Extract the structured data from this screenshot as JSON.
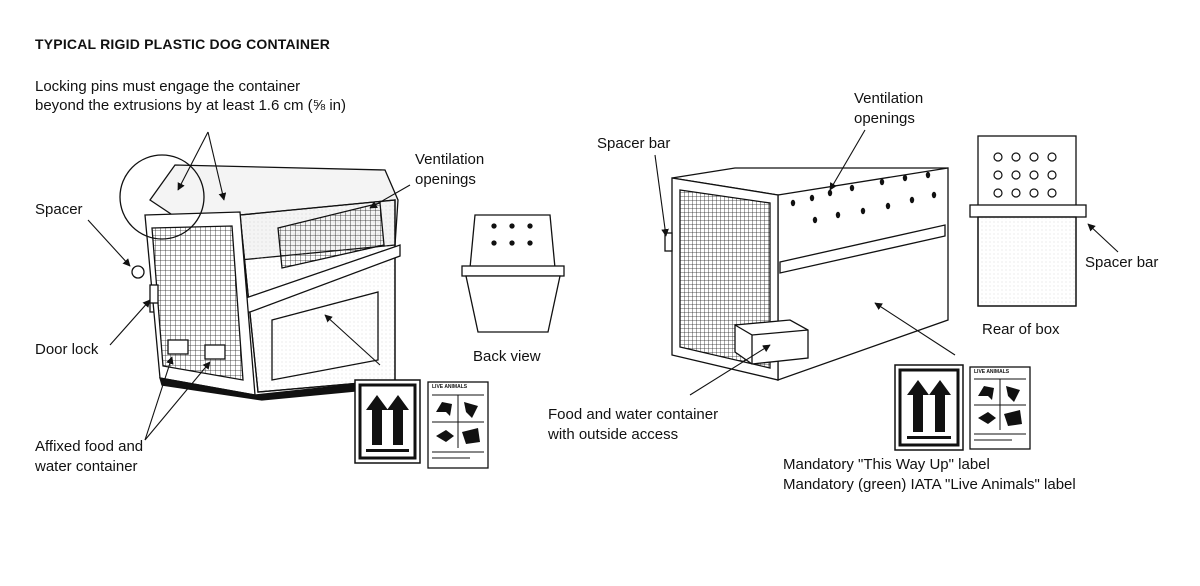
{
  "title": "TYPICAL RIGID PLASTIC DOG CONTAINER",
  "left": {
    "locking_pins_line1": "Locking pins must engage the container",
    "locking_pins_line2": "beyond the extrusions by at least 1.6 cm (⅝ in)",
    "spacer": "Spacer",
    "door_lock": "Door lock",
    "affixed_line1": "Affixed food and",
    "affixed_line2": "water container",
    "ventilation_line1": "Ventilation",
    "ventilation_line2": "openings",
    "back_view": "Back view"
  },
  "right": {
    "spacer_bar_left": "Spacer bar",
    "ventilation_line1": "Ventilation",
    "ventilation_line2": "openings",
    "food_water_line1": "Food and water container",
    "food_water_line2": "with outside access",
    "spacer_bar_right": "Spacer bar",
    "rear_of_box": "Rear of box",
    "this_way_up": "Mandatory \"This Way Up\" label",
    "live_animals": "Mandatory (green) IATA \"Live Animals\" label"
  },
  "live_animals_tag": "LIVE ANIMALS"
}
